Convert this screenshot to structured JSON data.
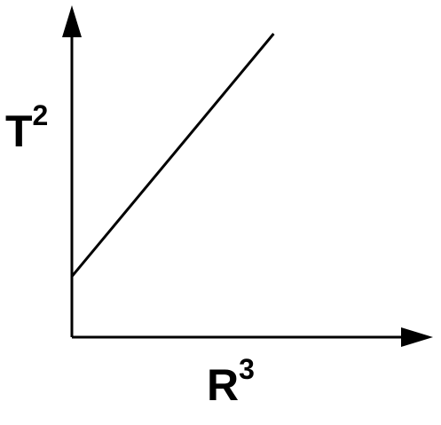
{
  "chart_data": {
    "type": "line",
    "title": "",
    "xlabel": {
      "base": "R",
      "superscript": "3"
    },
    "ylabel": {
      "base": "T",
      "superscript": "2"
    },
    "xlim": [
      0,
      10
    ],
    "ylim": [
      0,
      10
    ],
    "grid": false,
    "ticks": false,
    "series": [
      {
        "x": [
          0,
          6
        ],
        "y": [
          1.8,
          9.0
        ]
      }
    ],
    "colors": {
      "line": "#000000",
      "axis": "#000000",
      "background": "#ffffff"
    }
  }
}
